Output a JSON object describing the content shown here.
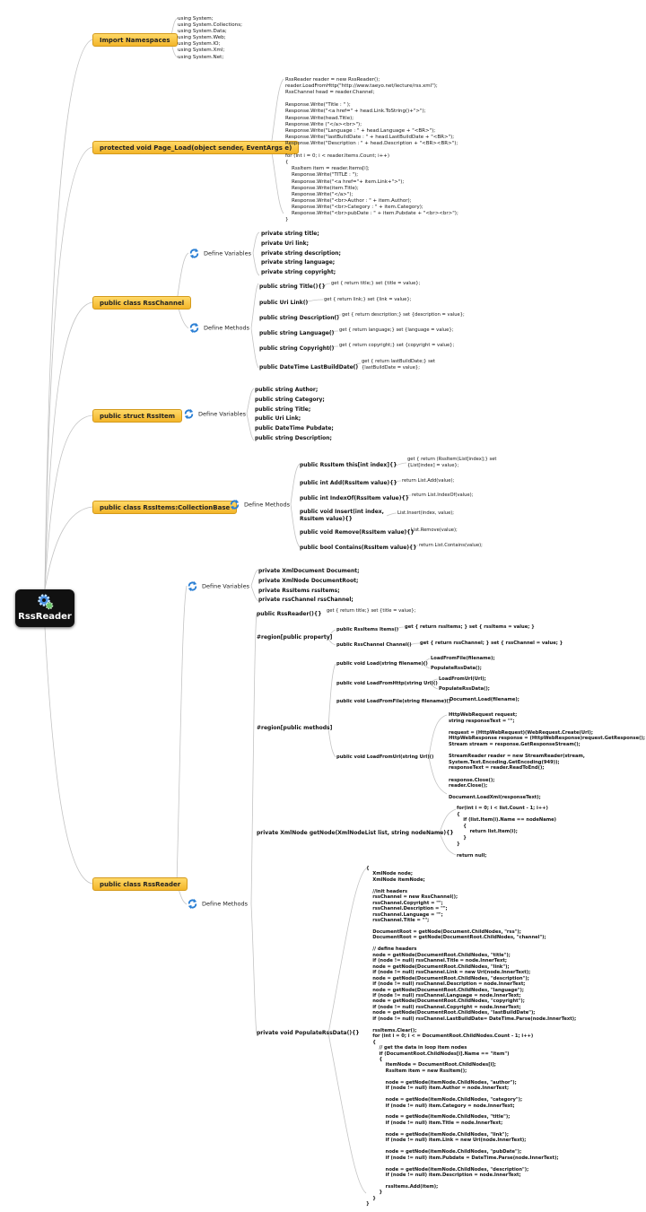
{
  "root": {
    "label": "RssReader",
    "icon": "gears-icon"
  },
  "topics": {
    "import": "Import Namespaces",
    "pageload": "protected void Page_Load(object sender, EventArgs e)",
    "rsschannel": "public class RssChannel",
    "rssitem": "public struct RssItem",
    "rssitems": "public class RssItems:CollectionBase",
    "rssreader": "public class RssReader"
  },
  "subs": {
    "define_variables": "Define Variables",
    "define_methods": "Define Methods",
    "refresh_icon": "refresh-icon"
  },
  "import_code": "using System;\nusing System.Collections;\nusing System.Data;\nusing System.Web;\nusing System.IO;\nusing System.Xml;\nusing System.Net;",
  "pageload_code": "RssReader reader = new RssReader();\nreader.LoadFromHttp(\"http://www.taeyo.net/lecture/rss.xml\");\nRssChannel head = reader.Channel;\n\nResponse.Write(\"Title : \" );\nResponse.Write(\"<a href=\" + head.Link.ToString()+\">\");\nResponse.Write(head.Title);\nResponse.Write (\"</a><br>\");\nResponse.Write(\"Language : \" + head.Language + \"<BR>\");\nResponse.Write(\"lastBuildDate : \" + head.LastBuildDate + \"<BR>\");\nResponse.Write(\"Description : \" + head.Description + \"<BR><BR>\");\n\nfor (int i = 0; i < reader.Items.Count; i++)\n{\n    RssItem item = reader.Items[i];\n    Response.Write(\"TITLE : \");\n    Response.Write(\"<a href=\"+ item.Link+\">\");\n    Response.Write(item.Title);\n    Response.Write(\"</a>\");\n    Response.Write(\"<br>Author : \" + item.Author);\n    Response.Write(\"<br>Category : \" + item.Category);\n    Response.Write(\"<br>pubDate : \" + item.Pubdate + \"<br><br>\");\n}",
  "channel_vars": [
    "private string title;",
    "private Uri link;",
    "private string description;",
    "private string language;",
    "private string copyright;"
  ],
  "channel_methods": [
    {
      "sig": "public string Title(){}",
      "body": "get { return title;} set {title = value};"
    },
    {
      "sig": "public Uri Link()",
      "body": "get { return link;} set {link = value};"
    },
    {
      "sig": "public string Description()",
      "body": "get { return description;} set {description = value};"
    },
    {
      "sig": "public string Language()",
      "body": "get { return language;} set {language = value};"
    },
    {
      "sig": "public string Copyright()",
      "body": "get { return copyright;} set {copyright = value};"
    },
    {
      "sig": "public DateTime LastBuildDate()",
      "body": "get { return lastBuildDate;} set\n{lastBuildDate = value};"
    }
  ],
  "rssitem_fields": [
    "public string Author;",
    "public string Category;",
    "public string Title;",
    "public Uri Link;",
    "public DateTime Pubdate;",
    "public string Description;"
  ],
  "rssitems_methods": [
    {
      "sig": "public RssItem this[int index]{}",
      "body": "get { return (RssItem)List[index];} set\n{List[index] = value};"
    },
    {
      "sig": "public int Add(RssItem value){}",
      "body": "return List.Add(value);"
    },
    {
      "sig": "public int IndexOf(RssItem value){}",
      "body": "return List.IndexOf(value);"
    },
    {
      "sig": "public void Insert(int index,\nRssItem value){}",
      "body": "List.Insert(index, value);"
    },
    {
      "sig": "public void Remove(RssItem value){}",
      "body": "List.Remove(value);"
    },
    {
      "sig": "public bool Contains(RssItem value){}",
      "body": "return List.Contains(value);"
    }
  ],
  "reader_vars": [
    "private XmlDocument Document;",
    "private XmlNode DocumentRoot;",
    "private RssItems rssItems;",
    "private rssChannel rssChannel;"
  ],
  "reader": {
    "ctor_sig": "public RssReader(){}",
    "ctor_body": "get { return title;} set {title = value};",
    "region_property": "#region[public property]",
    "region_methods": "#region[public methods]",
    "prop_items_sig": "public RssItems Items()",
    "prop_items_body": "get { return rssItems; } set { rssItems = value; }",
    "prop_channel_sig": "public RssChannel Channel()",
    "prop_channel_body": "get { return rssChannel; } set { rssChannel = value; }",
    "m_load_sig": "public void Load(string filename)()",
    "m_load_b1": "LoadFromFile(filename);",
    "m_load_b2": "PopulateRssData();",
    "m_http_sig": "public void LoadFromHttp(string Url)()",
    "m_http_b1": "LoadFromUrl(Url);",
    "m_http_b2": "PopulateRssData();",
    "m_file_sig": "public void LoadFromFile(string filename)()",
    "m_file_b1": "Document.Load(filename);",
    "m_url_sig": "public void LoadFromUrl(string Url)()",
    "m_url_body": "HttpWebRequest request;\nstring responseText = \"\";\n\nrequest = (HttpWebRequest)(WebRequest.Create(Url);\nHttpWebResponse response = (HttpWebResponse)request.GetResponse();\nStream stream = response.GetResponseStream();\n\nStreamReader reader = new StreamReader(stream,\nSystem.Text.Encoding.GetEncoding(949));\nresponseText = reader.ReadToEnd();\n\nresponse.Close();\nreader.Close();\n\nDocument.LoadXml(responseText);",
    "getnode_sig": "private XmlNode getNode(XmlNodeList list, string nodeName){}",
    "getnode_body": "for(int i = 0; i < list.Count - 1; i++)\n{\n    if (list.Item(i).Name == nodeName)\n    {\n        return list.Item(i);\n    }\n}\n\nreturn null;",
    "populate_sig": "private void PopulateRssData(){}",
    "populate_body": "{\n    XmlNode node;\n    XmlNode itemNode;\n\n    //init headers\n    rssChannel = new RssChannel();\n    rssChannel.Copyright = \"\";\n    rssChannel.Description = \"\";\n    rssChannel.Language = \"\";\n    rssChannel.Title = \"\";\n\n    DocumentRoot = getNode(Document.ChildNodes, \"rss\");\n    DocumentRoot = getNode(DocumentRoot.ChildNodes, \"channel\");\n\n    // define headers\n    node = getNode(DocumentRoot.ChildNodes, \"title\");\n    if (node != null) rssChannel.Title = node.InnerText;\n    node = getNode(DocumentRoot.ChildNodes, \"link\");\n    if (node != null) rssChannel.Link = new Uri(node.InnerText);\n    node = getNode(DocumentRoot.ChildNodes, \"description\");\n    if (node != null) rssChannel.Description = node.InnerText;\n    node = getNode(DocumentRoot.ChildNodes, \"language\");\n    if (node != null) rssChannel.Language = node.InnerText;\n    node = getNode(DocumentRoot.ChildNodes, \"copyright\");\n    if (node != null) rssChannel.Copyright = node.InnerText;\n    node = getNode(DocumentRoot.ChildNodes, \"lastBuildDate\");\n    if (node != null) rssChannel.LastBuildDate= DateTime.Parse(node.InnerText);\n\n    rssItems.Clear();\n    for (int i = 0; i < = DocumentRoot.ChildNodes.Count - 1; i++)\n    {\n        // get the data in loop item nodes\n        if (DocumentRoot.ChildNodes[i].Name == \"item\")\n        {\n            itemNode = DocumentRoot.ChildNodes[i];\n            RssItem item = new RssItem();\n\n            node = getNode(itemNode.ChildNodes, \"author\");\n            if (node != null) item.Author = node.InnerText;\n\n            node = getNode(itemNode.ChildNodes, \"category\");\n            if (node != null) item.Category = node.InnerText;\n\n            node = getNode(itemNode.ChildNodes, \"title\");\n            if (node != null) item.Title = node.InnerText;\n\n            node = getNode(itemNode.ChildNodes, \"link\");\n            if (node != null) item.Link = new Uri(node.InnerText);\n\n            node = getNode(itemNode.ChildNodes, \"pubDate\");\n            if (node != null) item.Pubdate = DateTime.Parse(node.InnerText);\n\n            node = getNode(itemNode.ChildNodes, \"description\");\n            if (node != null) item.Description = node.InnerText;\n\n            rssItems.Add(item);\n        }\n    }\n}"
  }
}
